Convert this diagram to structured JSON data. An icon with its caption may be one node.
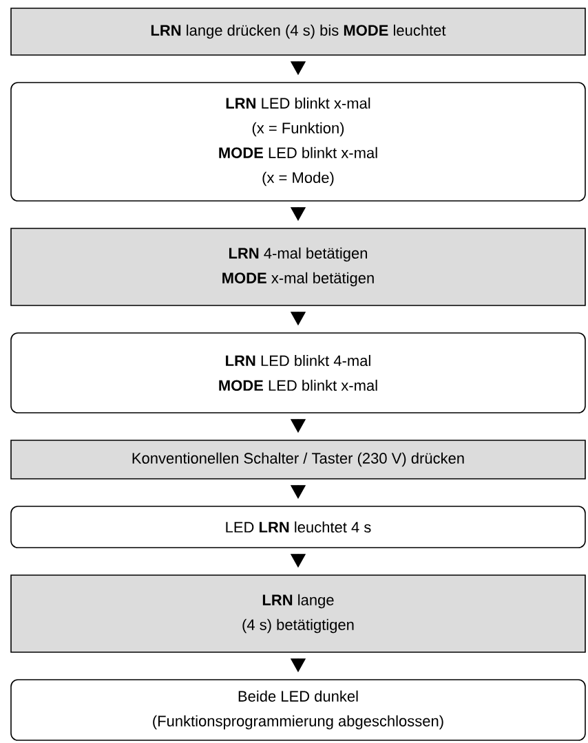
{
  "diagram": {
    "nodes": [
      {
        "text": [
          "**LRN** lange drücken (4 s) bis **MODE** leuchtet"
        ]
      },
      {
        "text": [
          "**LRN** LED blinkt x-mal",
          "(x = Funktion)",
          "**MODE** LED blinkt x-mal",
          "(x = Mode)"
        ]
      },
      {
        "text": [
          "**LRN** 4-mal betätigen",
          "**MODE** x-mal betätigen"
        ]
      },
      {
        "text": [
          "**LRN** LED blinkt 4-mal",
          "**MODE** LED blinkt x-mal"
        ]
      },
      {
        "text": [
          "Konventionellen Schalter / Taster (230 V) drücken"
        ]
      },
      {
        "text": [
          "LED **LRN** leuchtet 4 s"
        ]
      },
      {
        "text": [
          "**LRN** lange",
          "(4 s) betätigtigen"
        ]
      },
      {
        "text": [
          "Beide LED dunkel",
          "(Funktionsprogrammierung abgeschlossen)"
        ]
      }
    ],
    "edges": [
      {
        "from": 0,
        "to": 1,
        "arrow": "to"
      },
      {
        "from": 1,
        "to": 2,
        "arrow": "to"
      },
      {
        "from": 2,
        "to": 3,
        "arrow": "to"
      },
      {
        "from": 3,
        "to": 4,
        "arrow": "to"
      },
      {
        "from": 4,
        "to": 5,
        "arrow": "to"
      },
      {
        "from": 5,
        "to": 6,
        "arrow": "to"
      },
      {
        "from": 6,
        "to": 7,
        "arrow": "to"
      }
    ]
  }
}
